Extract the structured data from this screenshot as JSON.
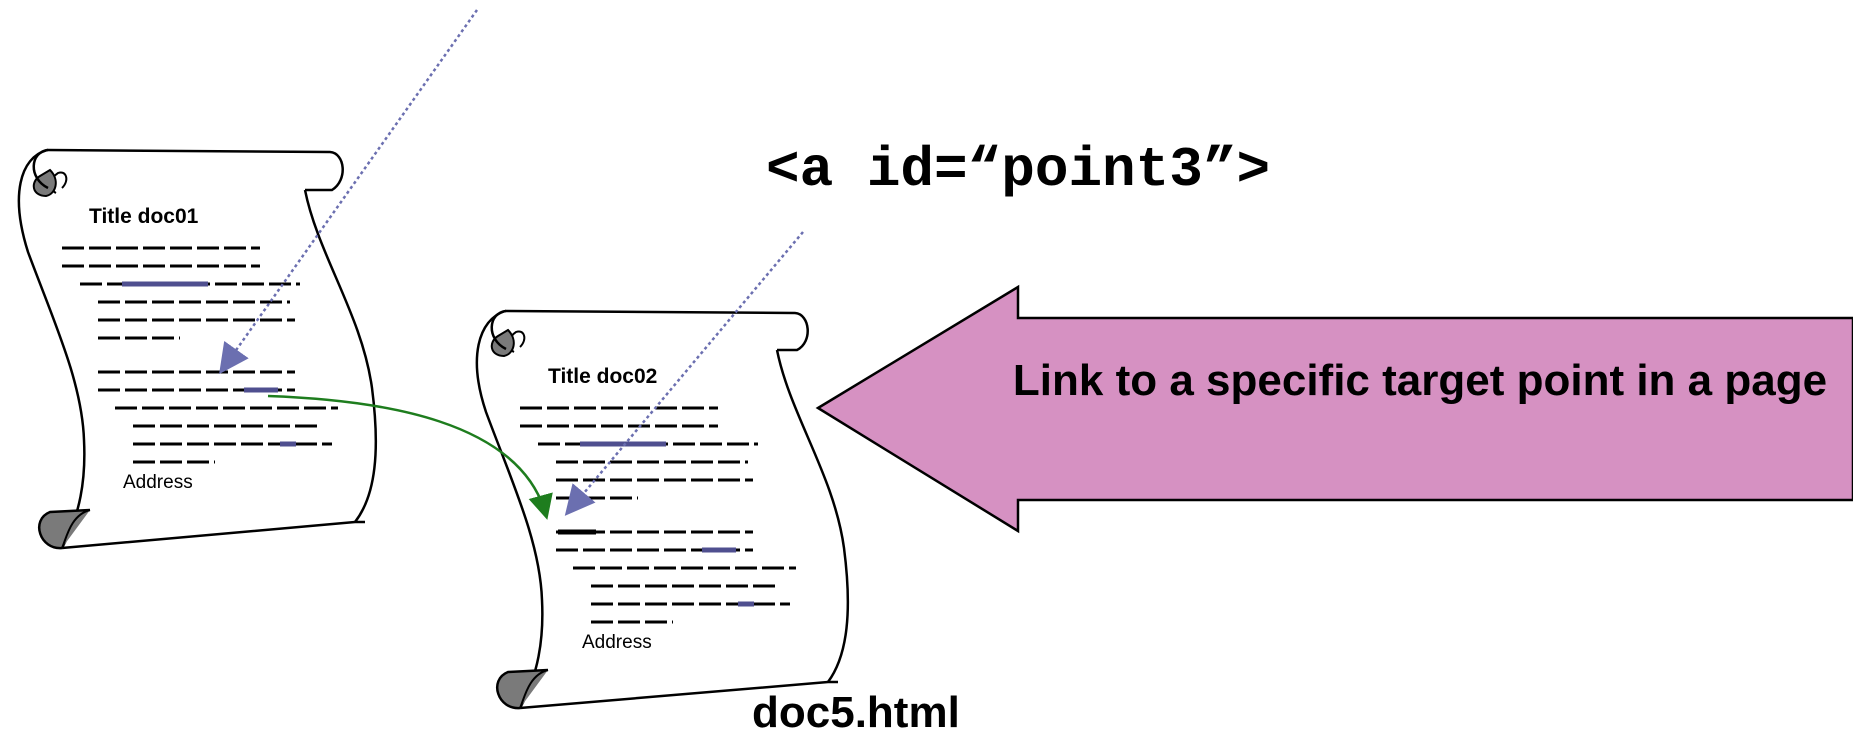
{
  "code_label": "<a id=“point3”>",
  "file_label": "doc5.html",
  "callout": {
    "text": "Link to a specific target point in a page",
    "fill_color": "#d691c2"
  },
  "documents": [
    {
      "title": "Title doc01",
      "address": "Address"
    },
    {
      "title": "Title doc02",
      "address": "Address"
    }
  ],
  "colors": {
    "link_arrow": "#1e7d1e",
    "dotted_pointer": "#6b6fb0",
    "highlight": "#4f4f8f",
    "scroll_shade": "#7a7a7a"
  }
}
